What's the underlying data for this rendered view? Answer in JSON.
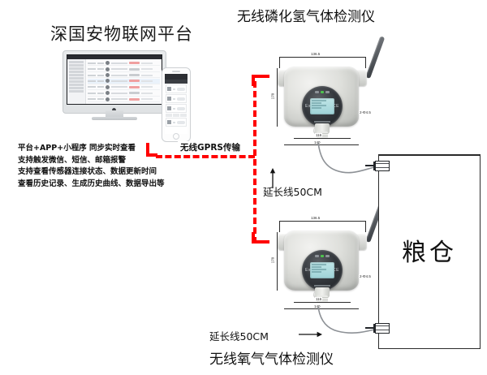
{
  "platform": {
    "title": "深国安物联网平台",
    "features": [
      "平台+APP+小程序 同步实时查看",
      "支持触发微信、短信、邮箱报警",
      "支持查看传感器连接状态、数据更新时间",
      "查看历史记录、生成历史曲线、数据导出等"
    ]
  },
  "transmission": {
    "label": "无线GPRS传输",
    "line_color": "#ff0000"
  },
  "devices": {
    "top": {
      "title": "无线磷化氢气体检测仪",
      "extension_label": "延长线50CM",
      "dimensions": {
        "width": "136.5",
        "height": "170",
        "bottom_inner": "116",
        "bottom_outer": "140",
        "holes": "2-Φ4.5"
      },
      "lcd_marks": {
        "left": "Ex",
        "right": "CE"
      }
    },
    "bottom": {
      "title": "无线氧气气体检测仪",
      "extension_label": "延长线50CM",
      "dimensions": {
        "width": "136.5",
        "height": "170",
        "bottom_inner": "116",
        "bottom_outer": "140",
        "holes": "2-Φ4.5"
      },
      "lcd_marks": {
        "left": "Ex",
        "right": "CE"
      }
    }
  },
  "silo": {
    "label": "粮仓",
    "probe_count": 2
  }
}
